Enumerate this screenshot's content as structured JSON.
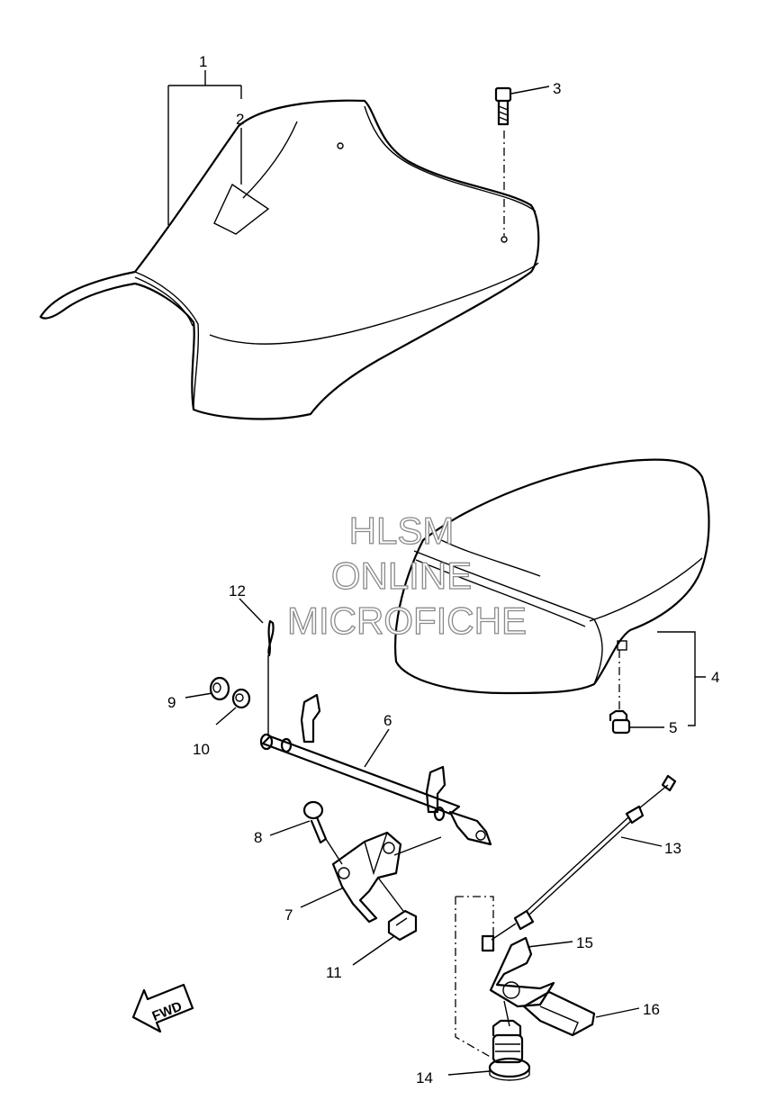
{
  "watermark": {
    "line1": "HLSM",
    "line2": "ONLINE",
    "line3": "MICROFICHE"
  },
  "direction_arrow": {
    "label": "FWD",
    "icon": "fwd-arrow-icon"
  },
  "callouts": [
    "1",
    "2",
    "3",
    "4",
    "5",
    "6",
    "7",
    "8",
    "9",
    "10",
    "11",
    "12",
    "13",
    "14",
    "15",
    "16"
  ]
}
